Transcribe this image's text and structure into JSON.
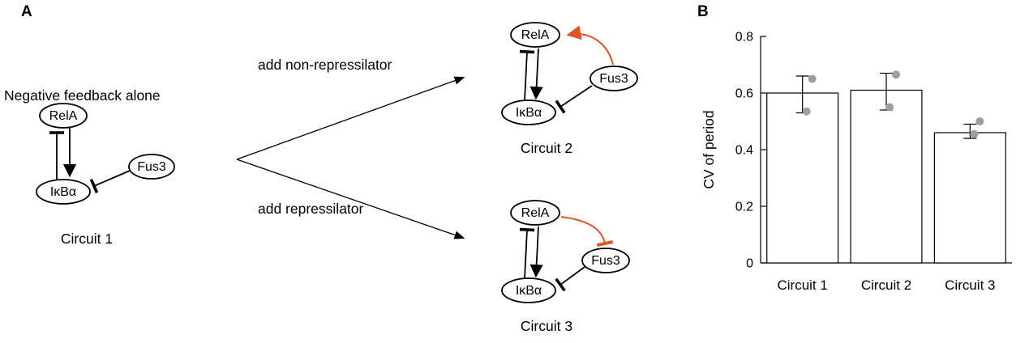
{
  "panelA": {
    "label": "A",
    "intro_text": "Negative feedback alone",
    "nodes": {
      "relA": "RelA",
      "ikba": "IκBα",
      "fus3": "Fus3"
    },
    "circuit1_label": "Circuit 1",
    "circuit2_label": "Circuit 2",
    "circuit3_label": "Circuit 3",
    "arrow_top_label": "add non-repressilator",
    "arrow_bottom_label": "add repressilator"
  },
  "panelB": {
    "label": "B"
  },
  "colors": {
    "line_black": "#000000",
    "orange_link": "#e0542c",
    "point_gray": "#9e9e9e"
  },
  "chart_data": {
    "type": "bar",
    "title": "",
    "categories": [
      "Circuit 1",
      "Circuit 2",
      "Circuit 3"
    ],
    "values": [
      0.6,
      0.61,
      0.46
    ],
    "error_low": [
      0.53,
      0.54,
      0.44
    ],
    "error_high": [
      0.66,
      0.67,
      0.49
    ],
    "points": [
      [
        0.65,
        0.535
      ],
      [
        0.665,
        0.55
      ],
      [
        0.5,
        0.455
      ]
    ],
    "point_dx": [
      [
        12,
        5
      ],
      [
        12,
        4
      ],
      [
        12,
        5
      ]
    ],
    "xlabel": "",
    "ylabel": "CV of period",
    "ylim": [
      0,
      0.8
    ],
    "yticks": [
      0,
      0.2,
      0.4,
      0.6,
      0.8
    ],
    "bar_fill": "#ffffff",
    "bar_edge": "#000000",
    "point_color": "#9e9e9e",
    "grid": false,
    "legend": false
  }
}
